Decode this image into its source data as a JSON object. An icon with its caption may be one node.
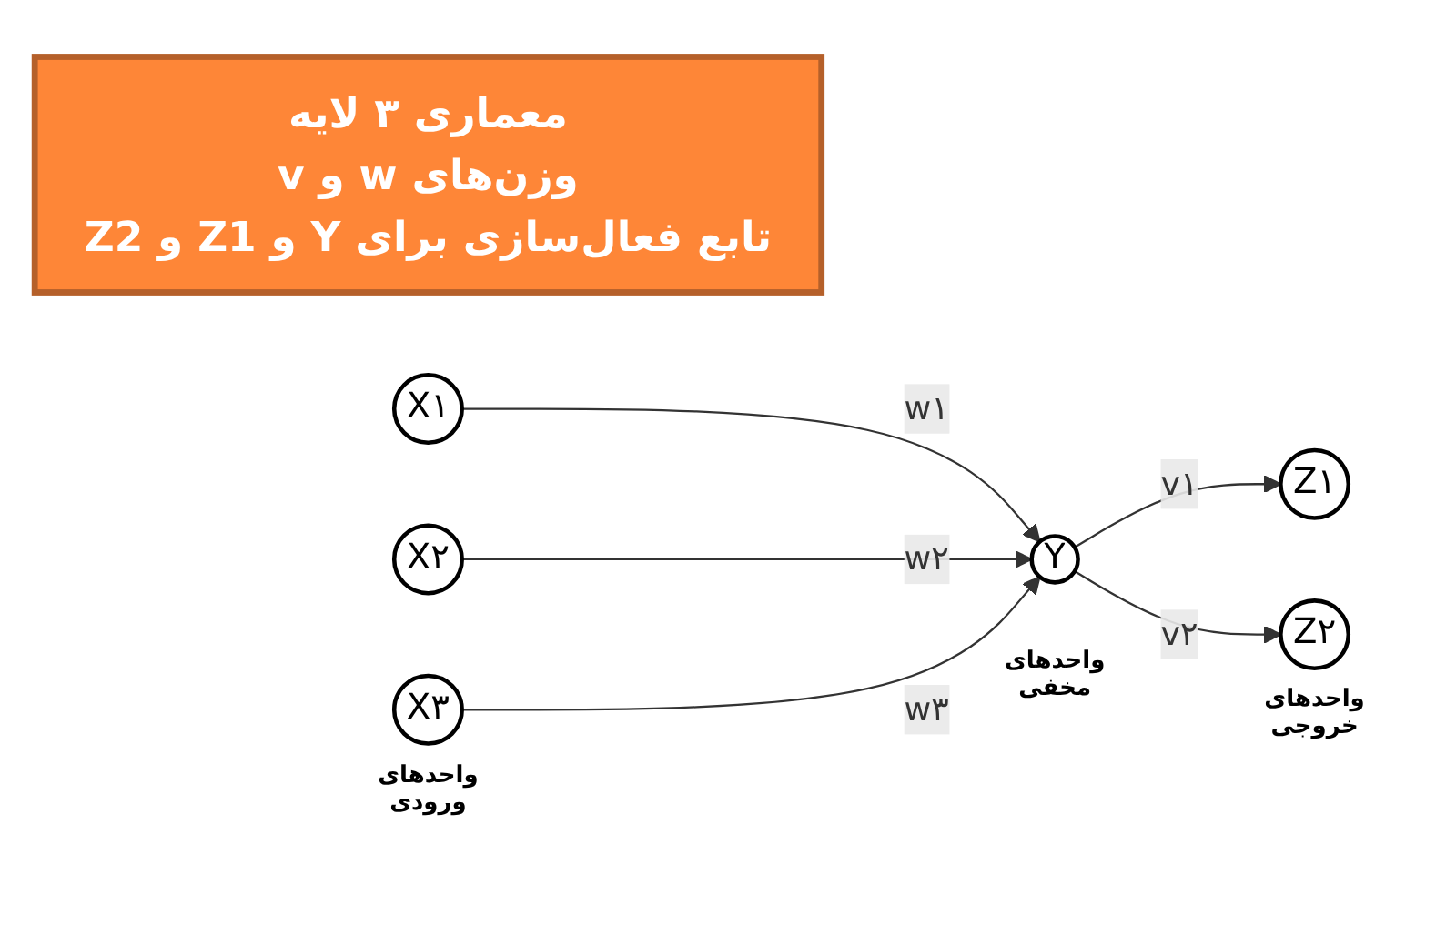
{
  "diagram": {
    "nodes": [
      {
        "text": [
          "معماری ۳ لایه",
          "وزن‌های w و v",
          "تابع فعال‌سازی برای Y و Z1 و Z2"
        ]
      },
      {
        "text": [
          "X۱"
        ]
      },
      {
        "text": [
          "X۲"
        ]
      },
      {
        "text": [
          "X۳"
        ],
        "beside": [
          "واحدهای ورودی"
        ]
      },
      {
        "text": [
          "Y"
        ],
        "beside": [
          "واحدهای مخفی"
        ]
      },
      {
        "text": [
          "Z۱"
        ]
      },
      {
        "text": [
          "Z۲"
        ],
        "beside": [
          "واحدهای خروجی"
        ]
      }
    ],
    "edges": [
      {
        "from": 1,
        "to": 4,
        "arrow": "to",
        "label": "w۱"
      },
      {
        "from": 2,
        "to": 4,
        "arrow": "to",
        "label": "w۲"
      },
      {
        "from": 3,
        "to": 4,
        "arrow": "to",
        "label": "w۳"
      },
      {
        "from": 4,
        "to": 5,
        "arrow": "to",
        "label": "v۱"
      },
      {
        "from": 4,
        "to": 6,
        "arrow": "to",
        "label": "v۲"
      }
    ]
  }
}
